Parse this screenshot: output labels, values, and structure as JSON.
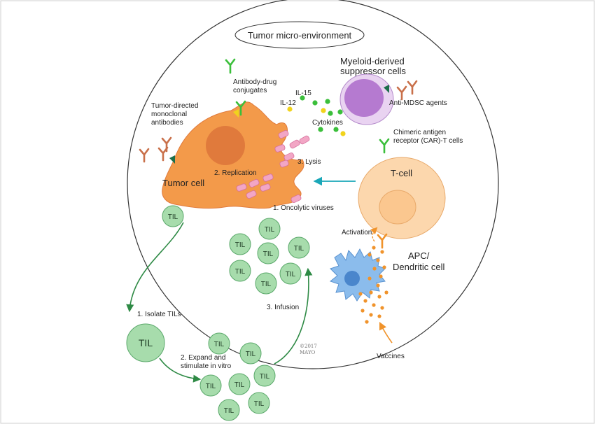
{
  "title": "Tumor micro-environment",
  "labels": {
    "mdsc": [
      "Myeloid-derived",
      "suppressor cells"
    ],
    "anti_mdsc": "Anti-MDSC agents",
    "adc": [
      "Antibody-drug",
      "conjugates"
    ],
    "mab": [
      "Tumor-directed",
      "monoclonal",
      "antibodies"
    ],
    "il15": "IL-15",
    "il12": "IL-12",
    "cytokines": "Cytokines",
    "car_t": [
      "Chimeric antigen",
      "receptor (CAR)-T cells"
    ],
    "tcell": "T-cell",
    "tumor": "Tumor cell",
    "replication": "2. Replication",
    "lysis": "3. Lysis",
    "oncolytic": "1. Oncolytic viruses",
    "activation": "Activation",
    "apc": [
      "APC/",
      "Dendritic cell"
    ],
    "isolate": "1. Isolate TILs",
    "expand": [
      "2. Expand and",
      "stimulate in vitro"
    ],
    "infusion": "3. Infusion",
    "vaccines": "Vaccines",
    "til": "TIL",
    "copyright": [
      "©2017",
      "MAYO"
    ]
  },
  "colors": {
    "tumor": "#f39a4a",
    "tumor_nucleus": "#e07a3c",
    "tcell": "#fcd7ad",
    "mdsc": "#d2a9e2",
    "mdsc_inner": "#b57ad0",
    "apc": "#8bbcec",
    "apc_nucleus": "#4a86cc",
    "til": "#a7dcac",
    "til_stroke": "#5aa86a",
    "virus": "#f2a6c5",
    "antibody": "#c9704a",
    "green_arrow": "#2e8a45",
    "teal_arrow": "#1aa7b8",
    "vaccine": "#f0932b",
    "cytokine_green": "#3bbf3b",
    "cytokine_yellow": "#f1d31c"
  }
}
